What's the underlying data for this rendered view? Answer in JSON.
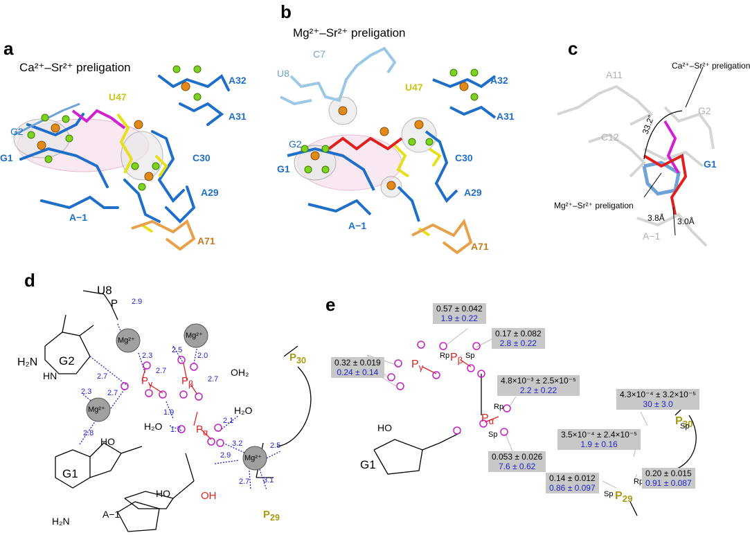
{
  "panels": {
    "a": {
      "label": "a",
      "title": "Ca²⁺–Sr²⁺ preligation",
      "residues": [
        "G2",
        "G1",
        "A−1",
        "U47",
        "A32",
        "A31",
        "C30",
        "A29",
        "A71"
      ]
    },
    "b": {
      "label": "b",
      "title": "Mg²⁺–Sr²⁺ preligation",
      "residues": [
        "C7",
        "U8",
        "G2",
        "G1",
        "A−1",
        "U47",
        "A32",
        "A31",
        "C30",
        "A29",
        "A71"
      ]
    },
    "c": {
      "label": "c",
      "residues": [
        "A11",
        "G2",
        "C12",
        "G1",
        "A−1"
      ],
      "callout_top": "Ca²⁺–Sr²⁺ preligation",
      "callout_bottom": "Mg²⁺–Sr²⁺ preligation",
      "angle": "33.2°",
      "dist1": "3.8Å",
      "dist2": "3.0Å"
    },
    "d": {
      "label": "d",
      "u8": "U8",
      "g2": "G2",
      "g1": "G1",
      "am1": "A−1",
      "mg": "Mg²⁺",
      "h2n_top": "H₂N",
      "hn": "HN",
      "h2n_bottom": "H₂N",
      "oh2": "OH₂",
      "h2o_a": "H₂O",
      "h2o_b": "H₂O",
      "ho1": "HO",
      "ho2": "HO",
      "oh": "OH",
      "p": "P",
      "o": "O",
      "n": "N",
      "gamma": "γ",
      "beta": "β",
      "alpha": "α",
      "p30": "30",
      "p29": "29",
      "distances": [
        "2.9",
        "2.3",
        "2.5",
        "2.0",
        "2.7",
        "2.7",
        "2.7",
        "2.3",
        "2.8",
        "1.9",
        "1.7",
        "2.1",
        "3.2",
        "2.9",
        "2.5",
        "2.7",
        "3.1",
        "2.7"
      ]
    },
    "e": {
      "label": "e",
      "g1": "G1",
      "ho": "HO",
      "rp": "Rp",
      "sp": "Sp",
      "p": "P",
      "o": "O",
      "gamma": "γ",
      "beta": "β",
      "alpha": "α",
      "p30": "30",
      "p29": "29",
      "boxes": [
        {
          "black": "0.57 ± 0.042",
          "blue": "1.9 ± 0.22"
        },
        {
          "black": "0.17 ± 0.082",
          "blue": "2.8 ± 0.22"
        },
        {
          "black": "0.32 ± 0.019",
          "blue": "0.24 ± 0.14"
        },
        {
          "black": "4.8×10⁻³ ± 2.5×10⁻⁵",
          "blue": "2.2 ± 0.22"
        },
        {
          "black": "0.053 ± 0.026",
          "blue": "7.6 ± 0.62"
        },
        {
          "black": "4.3×10⁻⁴ ± 3.2×10⁻⁵",
          "blue": "30 ± 3.0"
        },
        {
          "black": "3.5×10⁻⁴ ± 2.4×10⁻⁵",
          "blue": "1.9 ± 0.16"
        },
        {
          "black": "0.14 ± 0.012",
          "blue": "0.86 ± 0.097"
        },
        {
          "black": "0.20 ± 0.015",
          "blue": "0.91 ± 0.087"
        }
      ]
    }
  },
  "colors": {
    "rna_blue": "#1f6fc9",
    "light_blue": "#9cc8e8",
    "yellow": "#e6e01a",
    "orange": "#e08a1a",
    "green": "#7ed321",
    "magenta": "#d21fd2",
    "red": "#e01f1f",
    "olive": "#a89a10",
    "mesh": "#e2a7c4",
    "grey_mesh": "#9a9a9a",
    "a71": "#e8a04a",
    "dist_blue": "#1f1fd0",
    "box_grey": "#c8c8c8"
  }
}
